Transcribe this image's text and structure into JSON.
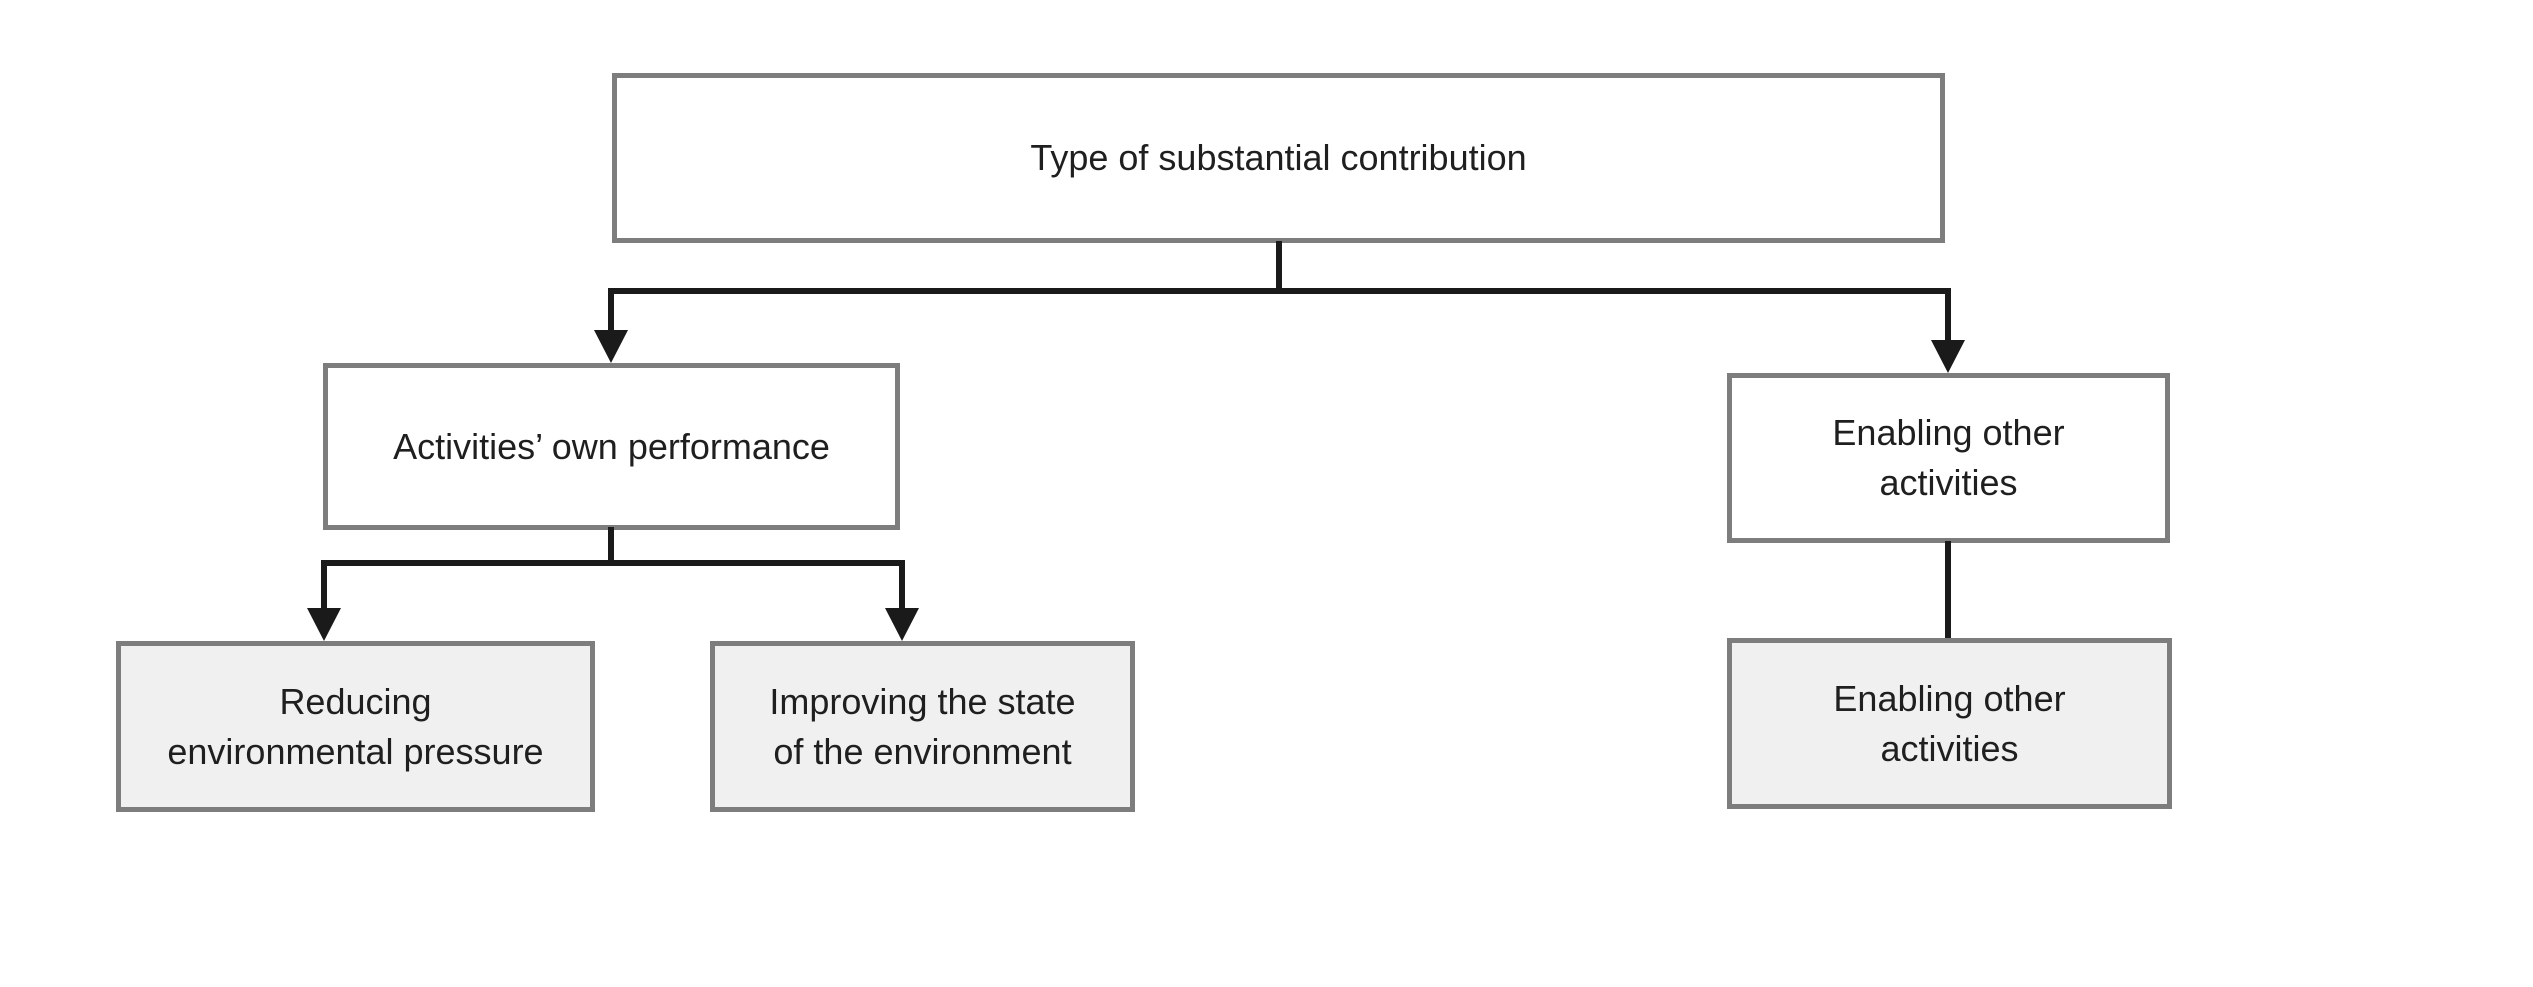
{
  "diagram": {
    "colors": {
      "box_border": "#7d7d7d",
      "box_fill_white": "#ffffff",
      "box_fill_gray": "#f0f0f0",
      "connector": "#1a1a1a",
      "text": "#1f1f1f",
      "background": "#ffffff"
    },
    "nodes": {
      "root": {
        "lines": [
          "Type of substantial contribution"
        ]
      },
      "own_performance": {
        "lines": [
          "Activities’ own performance"
        ]
      },
      "enabling": {
        "lines": [
          "Enabling other",
          "activities"
        ]
      },
      "reducing": {
        "lines": [
          "Reducing",
          "environmental pressure"
        ]
      },
      "improving": {
        "lines": [
          "Improving the state",
          "of the environment"
        ]
      },
      "enabling_child": {
        "lines": [
          "Enabling other",
          "activities"
        ]
      }
    }
  }
}
